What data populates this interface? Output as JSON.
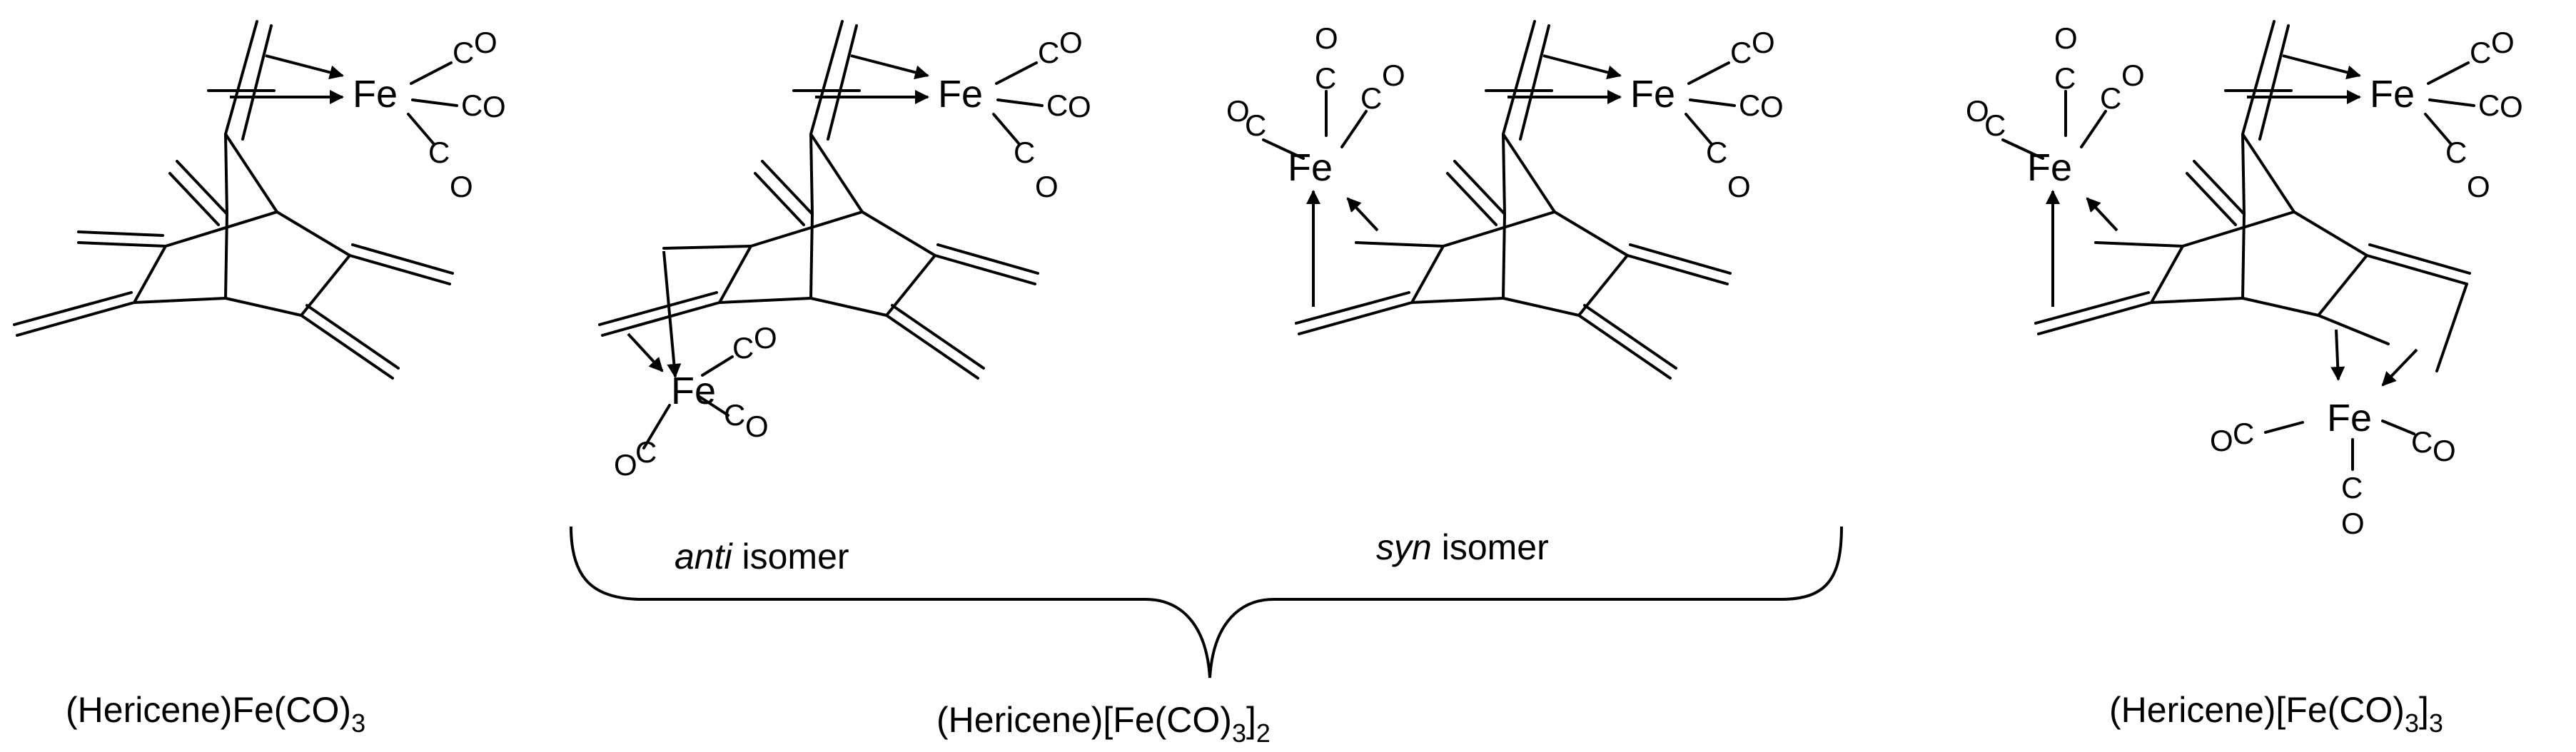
{
  "atoms": {
    "fe": "Fe",
    "c": "C",
    "o": "O"
  },
  "captions": {
    "mono": {
      "prefix": "(Hericene)Fe(CO)",
      "sub": "3"
    },
    "di": {
      "prefix": "(Hericene)[Fe(CO)",
      "sub1": "3",
      "mid": "]",
      "sub2": "2"
    },
    "tri": {
      "prefix": "(Hericene)[Fe(CO)",
      "sub1": "3",
      "mid": "]",
      "sub2": "3"
    }
  },
  "isomers": {
    "anti": {
      "word": "anti",
      "rest": " isomer"
    },
    "syn": {
      "word": "syn",
      "rest": " isomer"
    }
  }
}
